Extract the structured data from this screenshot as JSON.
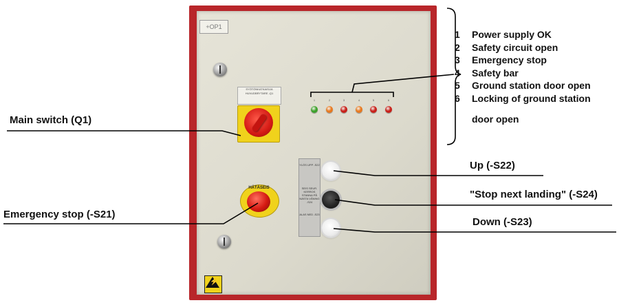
{
  "panel": {
    "id_label": "+OP1",
    "q1_plate_text": "SYÖTÖNKATKAISIJA HUVUDBRYTARE -Q1",
    "estop_text": "HÄTÄSEIS",
    "button_plate": {
      "up_text": "YLÖS UPP -S22",
      "stop_text": "SEIS SEUR. KERROS STANNA PÅ NÄSTA VÅNING -S24",
      "down_text": "ALAS NED -S23"
    },
    "lamp_numbers": [
      "1",
      "2",
      "3",
      "4",
      "5",
      "6"
    ],
    "lamp_colors": [
      "#3ca12a",
      "#e8781e",
      "#c81e18",
      "#e8781e",
      "#c81e18",
      "#c81e18"
    ]
  },
  "callouts": {
    "main_switch": "Main switch (Q1)",
    "emergency_stop": "Emergency stop (-S21)",
    "up": "Up  (-S22)",
    "stop_next_landing": "\"Stop next landing\" (-S24)",
    "down": "Down (-S23)"
  },
  "legend": [
    {
      "num": "1",
      "text": "Power supply OK"
    },
    {
      "num": "2",
      "text": "Safety circuit open"
    },
    {
      "num": "3",
      "text": "Emergency stop"
    },
    {
      "num": "4",
      "text": "Safety bar"
    },
    {
      "num": "5",
      "text": "Ground station door open"
    },
    {
      "num": "6",
      "text": "Locking of ground station"
    }
  ],
  "legend_continuation": "door open",
  "colors": {
    "cabinet": "#b8262a",
    "panel": "#e0ded2",
    "yellow": "#f0d21c",
    "red_knob": "#d41a14"
  }
}
